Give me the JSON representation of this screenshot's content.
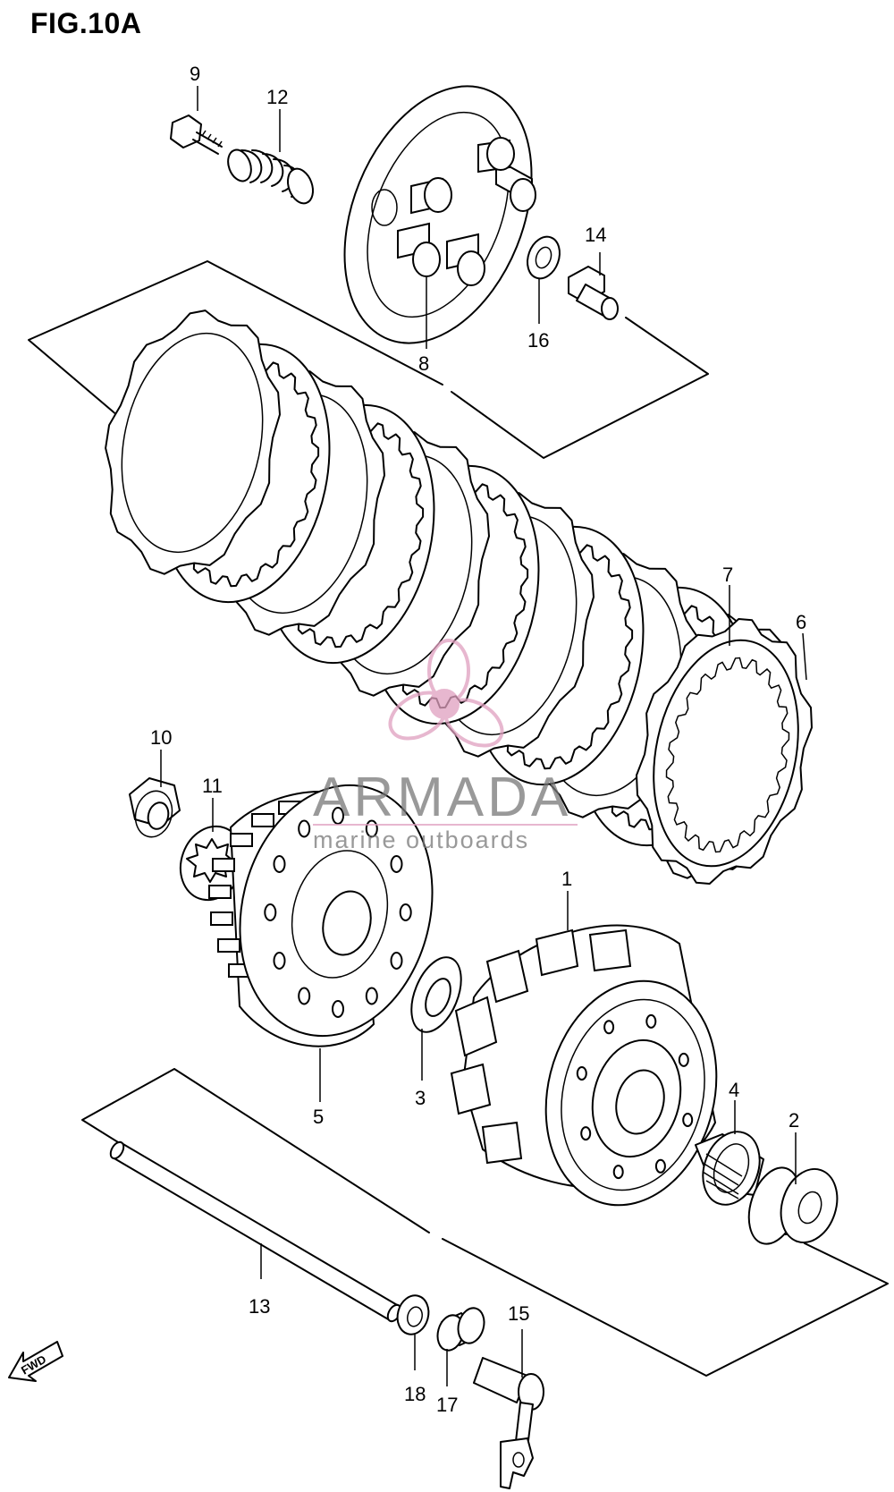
{
  "figure": {
    "title": "FIG.10A"
  },
  "parts": [
    {
      "id": "part-1",
      "label": "1"
    },
    {
      "id": "part-2",
      "label": "2"
    },
    {
      "id": "part-3",
      "label": "3"
    },
    {
      "id": "part-4",
      "label": "4"
    },
    {
      "id": "part-5",
      "label": "5"
    },
    {
      "id": "part-6",
      "label": "6"
    },
    {
      "id": "part-7",
      "label": "7"
    },
    {
      "id": "part-8",
      "label": "8"
    },
    {
      "id": "part-9",
      "label": "9"
    },
    {
      "id": "part-10",
      "label": "10"
    },
    {
      "id": "part-11",
      "label": "11"
    },
    {
      "id": "part-12",
      "label": "12"
    },
    {
      "id": "part-13",
      "label": "13"
    },
    {
      "id": "part-14",
      "label": "14"
    },
    {
      "id": "part-15",
      "label": "15"
    },
    {
      "id": "part-16",
      "label": "16"
    },
    {
      "id": "part-17",
      "label": "17"
    },
    {
      "id": "part-18",
      "label": "18"
    }
  ],
  "fwd_arrow": {
    "label": "FWD"
  },
  "watermark": {
    "name": "ARMADA",
    "tagline": "marine outboards",
    "color": "#e0a0bf"
  }
}
